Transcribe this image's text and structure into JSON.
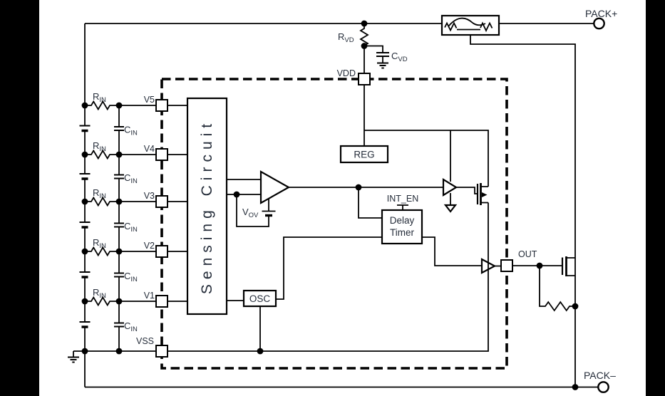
{
  "colors": {
    "letterbox": "#000000",
    "paper": "#ffffff",
    "line": "#000000",
    "text": "#252d3a"
  },
  "terminals": {
    "pack_plus": "PACK+",
    "pack_minus": "PACK–"
  },
  "pins": {
    "v5": "V5",
    "v4": "V4",
    "v3": "V3",
    "v2": "V2",
    "v1": "V1",
    "vss": "VSS",
    "vdd": "VDD",
    "out": "OUT"
  },
  "blocks": {
    "sensing_circuit": "Sensing Circuit",
    "reg": "REG",
    "osc": "OSC",
    "delay_timer_line1": "Delay",
    "delay_timer_line2": "Timer"
  },
  "signals": {
    "int_en": "INT_EN"
  },
  "components": {
    "r_in": {
      "symbol": "R",
      "subscript": "IN"
    },
    "c_in": {
      "symbol": "C",
      "subscript": "IN"
    },
    "r_vd": {
      "symbol": "R",
      "subscript": "VD"
    },
    "c_vd": {
      "symbol": "C",
      "subscript": "VD"
    },
    "v_ov": {
      "symbol": "V",
      "subscript": "OV"
    }
  }
}
